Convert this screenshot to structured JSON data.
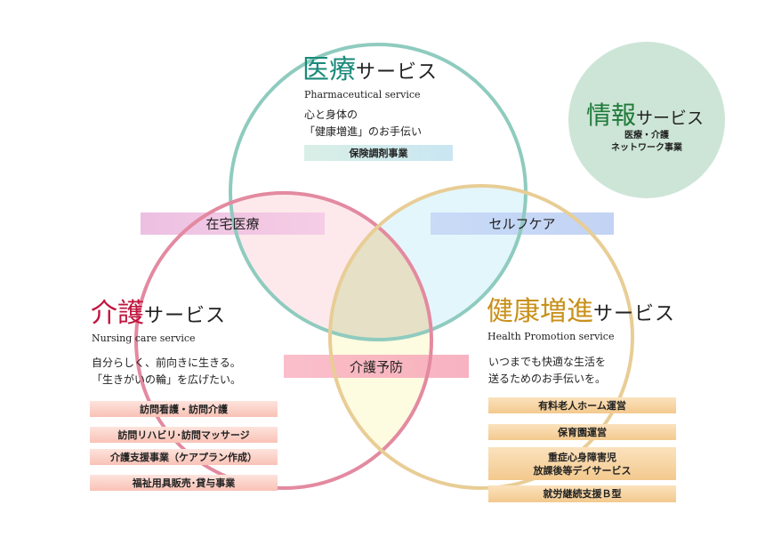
{
  "colors": {
    "medical": "#1a8a7a",
    "nursing": "#c0143c",
    "health": "#c8901a",
    "info": "#1f7a3a",
    "info_circle_fill": "#cde5d6"
  },
  "medical": {
    "title": "医療",
    "suffix": "サービス",
    "english": "Pharmaceutical service",
    "desc_line1": "心と身体の",
    "desc_line2": "「健康増進」のお手伝い",
    "items": [
      "保険調剤事業"
    ]
  },
  "info": {
    "title": "情報",
    "suffix": "サービス",
    "line1": "医療・介護",
    "line2": "ネットワーク事業"
  },
  "nursing": {
    "title": "介護",
    "suffix": "サービス",
    "english": "Nursing care service",
    "desc_line1": "自分らしく、前向きに生きる。",
    "desc_line2": "「生きがいの輪」を広げたい。",
    "items": [
      "訪問看護・訪問介護",
      "訪問リハビリ･訪問マッサージ",
      "介護支援事業（ケアプラン作成）",
      "福祉用具販売･貸与事業"
    ]
  },
  "health": {
    "title": "健康増進",
    "suffix": "サービス",
    "english": "Health Promotion service",
    "desc_line1": "いつまでも快適な生活を",
    "desc_line2": "送るためのお手伝いを。",
    "items": [
      "有料老人ホーム運営",
      "保育園運営",
      "重症心身障害児",
      "放課後等デイサービス",
      "就労継続支援Ｂ型"
    ]
  },
  "overlaps": {
    "home_medical": "在宅医療",
    "self_care": "セルフケア",
    "care_prevention": "介護予防"
  }
}
